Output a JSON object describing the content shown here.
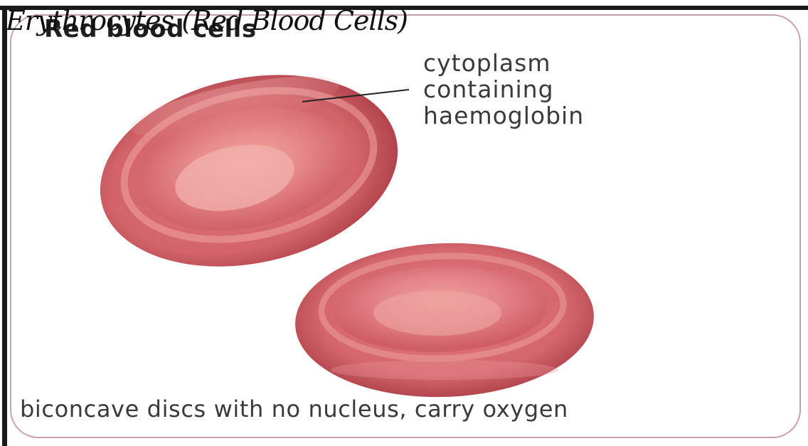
{
  "slide": {
    "title": "Erythrocytes (Red Blood Cells)"
  },
  "figure": {
    "heading": "Red blood cells",
    "label_lines": [
      "cytoplasm",
      "containing",
      "haemoglobin"
    ],
    "caption": "biconcave discs with no nucleus, carry oxygen"
  },
  "colors": {
    "cell_rim": "#b94a52",
    "cell_body": "#d66a70",
    "cell_center": "#ec9a98",
    "frame": "#1a1a1a",
    "panel_border": "#c9a0a6"
  }
}
